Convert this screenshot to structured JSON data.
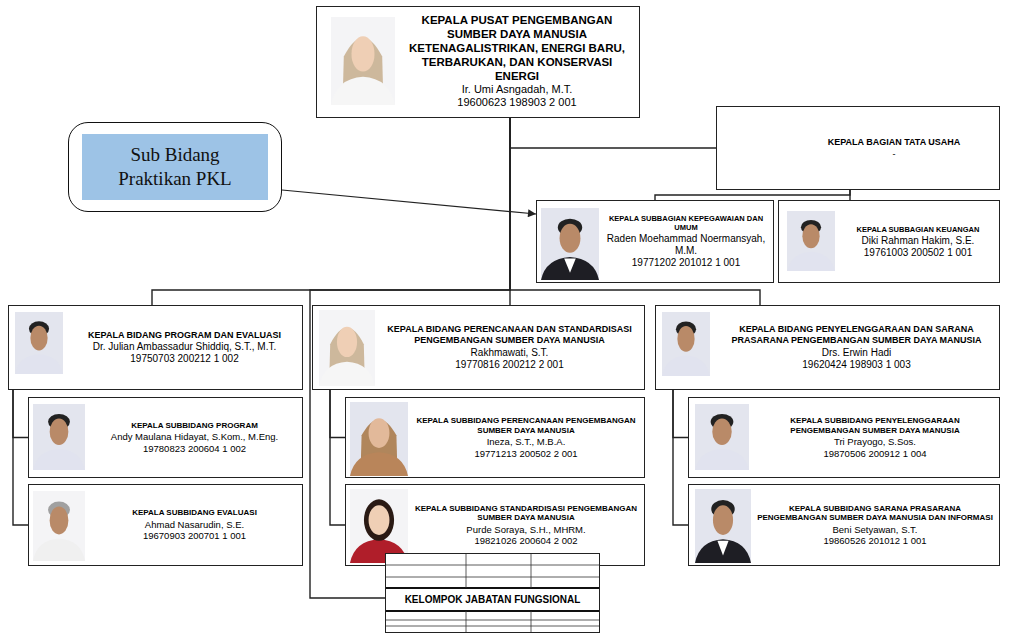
{
  "diagram": {
    "nodes": [
      {
        "text": [
          "KEPALA PUSAT PENGEMBANGAN SUMBER DAYA MANUSIA KETENAGALISTRIKAN, ENERGI BARU, TERBARUKAN, DAN KONSERVASI ENERGI",
          "Ir. Umi Asngadah, M.T.",
          "19600623 198903 2 001"
        ]
      },
      {
        "text": [
          "KEPALA BAGIAN TATA USAHA",
          "-"
        ]
      },
      {
        "text": [
          "Sub Bidang Praktikan PKL"
        ]
      },
      {
        "text": [
          "KEPALA SUBBAGIAN KEPEGAWAIAN DAN UMUM",
          "Raden Moehammad Noermansyah, M.M.",
          "19771202 201012 1 001"
        ]
      },
      {
        "text": [
          "KEPALA SUBBAGIAN KEUANGAN",
          "Diki Rahman Hakim, S.E.",
          "19761003 200502 1 001"
        ]
      },
      {
        "text": [
          "KEPALA BIDANG PROGRAM DAN EVALUASI",
          "Dr. Julian Ambassadur Shiddiq, S.T., M.T.",
          "19750703 200212 1 002"
        ]
      },
      {
        "text": [
          "KEPALA BIDANG PERENCANAAN DAN STANDARDISASI PENGEMBANGAN SUMBER DAYA MANUSIA",
          "Rakhmawati, S.T.",
          "19770816 200212 2 001"
        ]
      },
      {
        "text": [
          "KEPALA BIDANG PENYELENGGARAAN DAN SARANA PRASARANA PENGEMBANGAN SUMBER DAYA MANUSIA",
          "Drs. Erwin Hadi",
          "19620424 198903 1 003"
        ]
      },
      {
        "text": [
          "KEPALA SUBBIDANG PROGRAM",
          "Andy Maulana Hidayat, S.Kom., M.Eng.",
          "19780823 200604 1 002"
        ]
      },
      {
        "text": [
          "KEPALA SUBBIDANG EVALUASI",
          "Ahmad Nasarudin, S.E.",
          "19670903 200701 1 001"
        ]
      },
      {
        "text": [
          "KEPALA SUBBIDANG PERENCANAAN PENGEMBANGAN SUMBER DAYA MANUSIA",
          "Ineza, S.T., M.B.A.",
          "19771213 200502 2 001"
        ]
      },
      {
        "text": [
          "KEPALA SUBBIDANG STANDARDISASI PENGEMBANGAN SUMBER DAYA MANUSIA",
          "Purde Soraya, S.H., MHRM.",
          "19821026 200604 2 002"
        ]
      },
      {
        "text": [
          "KEPALA SUBBIDANG PENYELENGGARAAN PENGEMBANGAN SUMBER DAYA MANUSIA",
          "Tri Prayogo, S.Sos.",
          "19870506 200912 1 004"
        ]
      },
      {
        "text": [
          "KEPALA SUBBIDANG SARANA PRASARANA PENGEMBANGAN SUMBER DAYA MANUSIA DAN INFORMASI",
          "Beni Setyawan, S.T.",
          "19860526 201012 1 001"
        ]
      },
      {
        "text": [
          "KELOMPOK JABATAN FUNGSIONAL"
        ]
      }
    ],
    "edges": [
      {
        "from": 0,
        "to": 1,
        "arrow": "none"
      },
      {
        "from": 1,
        "to": 3,
        "arrow": "none"
      },
      {
        "from": 1,
        "to": 4,
        "arrow": "none"
      },
      {
        "from": 0,
        "to": 5,
        "arrow": "none"
      },
      {
        "from": 0,
        "to": 6,
        "arrow": "none"
      },
      {
        "from": 0,
        "to": 7,
        "arrow": "none"
      },
      {
        "from": 0,
        "to": 14,
        "arrow": "none"
      },
      {
        "from": 5,
        "to": 8,
        "arrow": "none"
      },
      {
        "from": 5,
        "to": 9,
        "arrow": "none"
      },
      {
        "from": 6,
        "to": 10,
        "arrow": "none"
      },
      {
        "from": 6,
        "to": 11,
        "arrow": "none"
      },
      {
        "from": 7,
        "to": 12,
        "arrow": "none"
      },
      {
        "from": 7,
        "to": 13,
        "arrow": "none"
      },
      {
        "from": 2,
        "to": 3,
        "arrow": "to"
      }
    ]
  }
}
